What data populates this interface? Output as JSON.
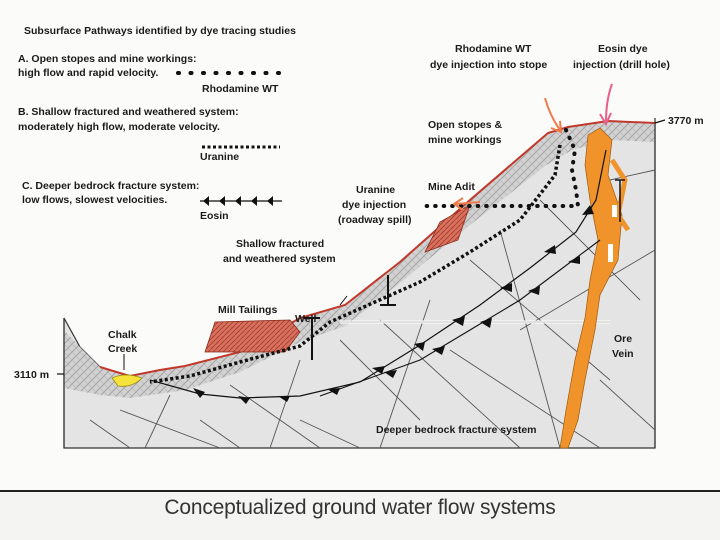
{
  "title": "Subsurface Pathways identified by dye tracing studies",
  "legend": {
    "a_line1": "A. Open stopes and mine workings:",
    "a_line2": "high flow and rapid velocity.",
    "a_dye": "Rhodamine WT",
    "b_line1": "B. Shallow fractured and weathered system:",
    "b_line2": "moderately high flow, moderate velocity.",
    "b_dye": "Uranine",
    "c_line1": "C. Deeper bedrock fracture system:",
    "c_line2": "low flows, slowest velocities.",
    "c_dye": "Eosin"
  },
  "labels": {
    "rhodamine_inj_1": "Rhodamine WT",
    "rhodamine_inj_2": "dye injection into stope",
    "eosin_inj_1": "Eosin dye",
    "eosin_inj_2": "injection (drill hole)",
    "elev_top": "3770 m",
    "elev_bottom": "3110 m",
    "stopes_1": "Open stopes &",
    "stopes_2": "mine workings",
    "mine_adit": "Mine Adit",
    "uranine_inj_1": "Uranine",
    "uranine_inj_2": "dye injection",
    "uranine_inj_3": "(roadway spill)",
    "shallow_1": "Shallow fractured",
    "shallow_2": "and weathered system",
    "mill_tailings": "Mill Tailings",
    "well": "Well",
    "chalk_1": "Chalk",
    "chalk_2": "Creek",
    "ore_1": "Ore",
    "ore_2": "Vein",
    "deeper": "Deeper bedrock fracture system"
  },
  "caption": "Conceptualized ground water flow systems",
  "colors": {
    "rock": "#e2e2e2",
    "weathered": "#c9c9c9",
    "topo": "#c0392b",
    "tailings": "#c85a4a",
    "ore": "#f0932b",
    "creek": "#f5e23a",
    "arrow_pink": "#e8608a",
    "arrow_orange": "#f07a4a"
  },
  "icons": [
    "injection-arrow-icon",
    "adit-arrow-icon"
  ]
}
